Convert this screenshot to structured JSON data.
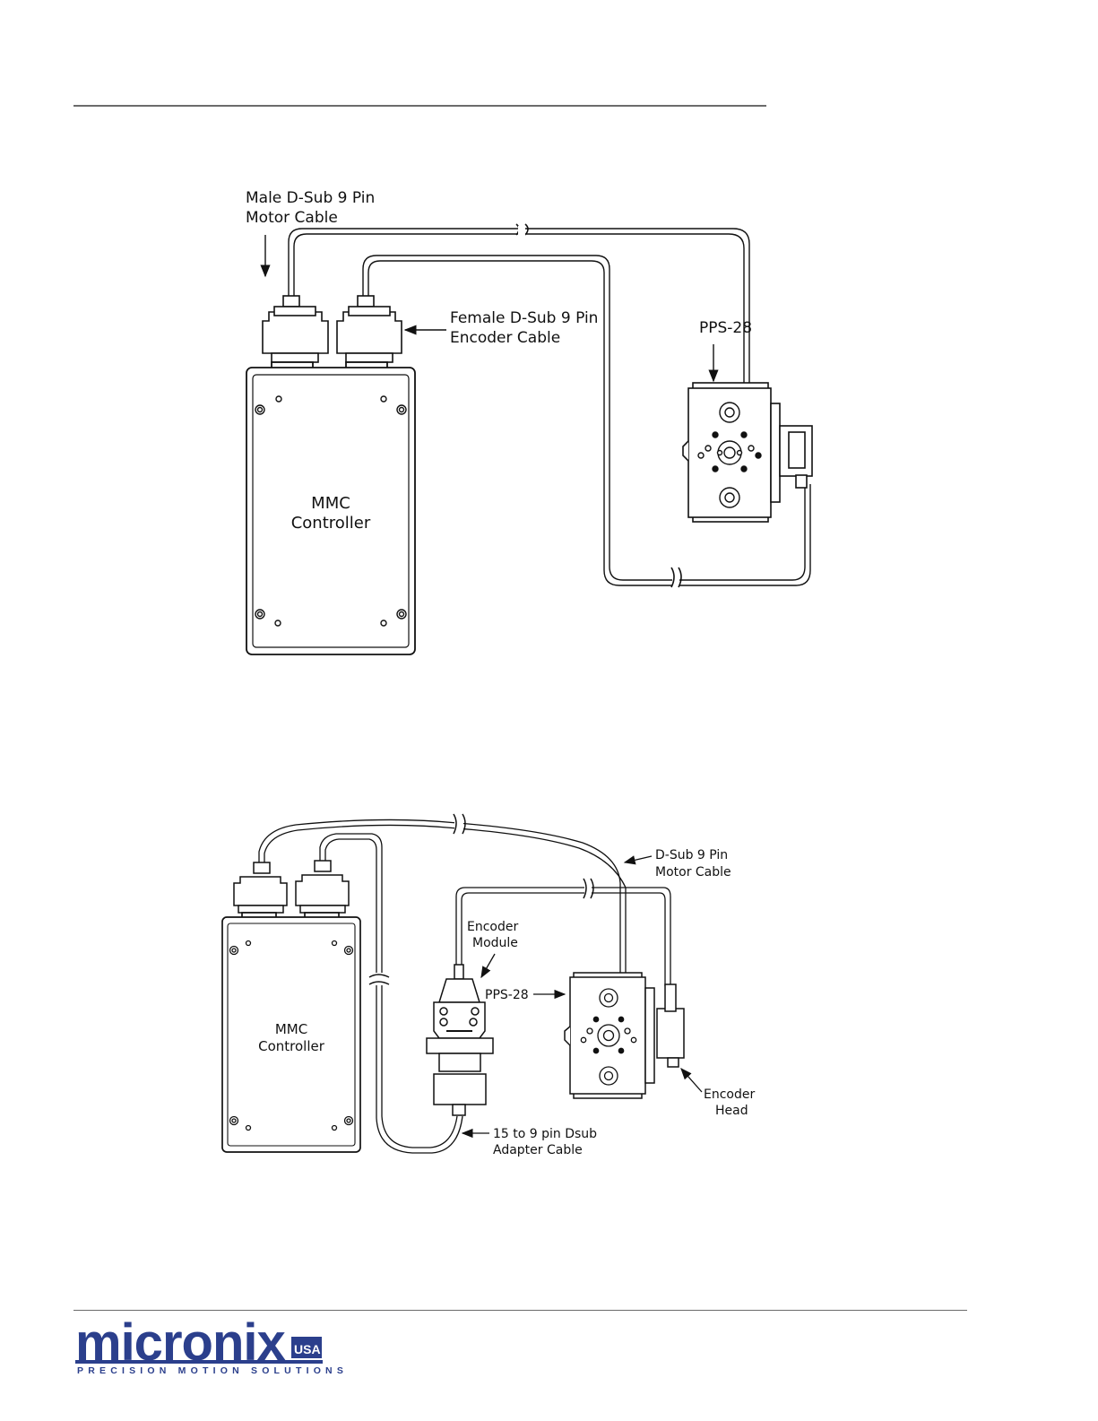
{
  "diagram1": {
    "motor_cable_label": [
      "Male D-Sub 9 Pin",
      "Motor Cable"
    ],
    "encoder_cable_label": [
      "Female D-Sub 9 Pin",
      "Encoder Cable"
    ],
    "stage_label": "PPS-28",
    "controller_label": [
      "MMC",
      "Controller"
    ]
  },
  "diagram2": {
    "motor_cable_label": [
      "D-Sub 9 Pin",
      "Motor Cable"
    ],
    "encoder_module_label": [
      "Encoder",
      "Module"
    ],
    "stage_label": "PPS-28",
    "controller_label": [
      "MMC",
      "Controller"
    ],
    "adapter_cable_label": [
      "15 to 9 pin Dsub",
      "Adapter Cable"
    ],
    "encoder_head_label": [
      "Encoder",
      "Head"
    ]
  },
  "footer": {
    "logo_text": "micronix",
    "logo_suffix": "USA",
    "tagline": "PRECISION MOTION SOLUTIONS"
  },
  "colors": {
    "logo": "#2b3f8c",
    "line": "#111111",
    "rule": "#6b6b6b"
  }
}
